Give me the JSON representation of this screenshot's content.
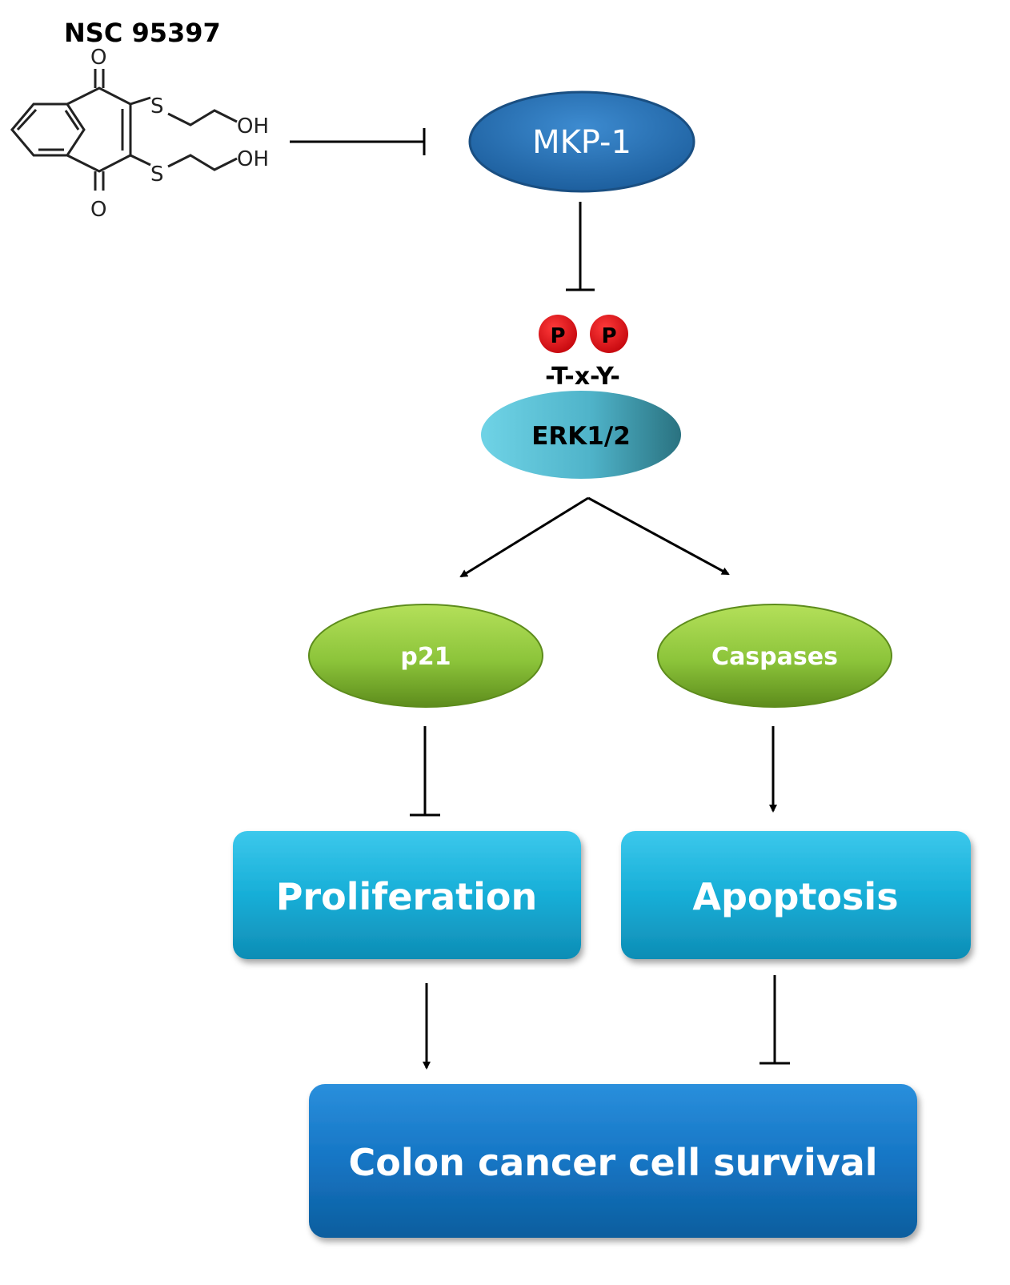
{
  "compound": {
    "name": "NSC 95397",
    "atom_O_top": "O",
    "atom_O_bottom": "O",
    "atom_S_top": "S",
    "atom_S_bottom": "S",
    "atom_OH_top": "OH",
    "atom_OH_bottom": "OH"
  },
  "nodes": {
    "mkp1": "MKP-1",
    "phospho_1": "P",
    "phospho_2": "P",
    "motif": "-T-x-Y-",
    "erk": "ERK1/2",
    "p21": "p21",
    "caspases": "Caspases",
    "proliferation": "Proliferation",
    "apoptosis": "Apoptosis",
    "survival": "Colon cancer cell survival"
  },
  "edges": [
    {
      "from": "NSC 95397",
      "to": "MKP-1",
      "type": "inhibit"
    },
    {
      "from": "MKP-1",
      "to": "ERK1/2",
      "type": "inhibit"
    },
    {
      "from": "ERK1/2",
      "to": "p21",
      "type": "activate"
    },
    {
      "from": "ERK1/2",
      "to": "Caspases",
      "type": "activate"
    },
    {
      "from": "p21",
      "to": "Proliferation",
      "type": "inhibit"
    },
    {
      "from": "Caspases",
      "to": "Apoptosis",
      "type": "activate"
    },
    {
      "from": "Proliferation",
      "to": "Colon cancer cell survival",
      "type": "activate"
    },
    {
      "from": "Apoptosis",
      "to": "Colon cancer cell survival",
      "type": "inhibit"
    }
  ],
  "colors": {
    "mkp1_fill": "#2a6fb3",
    "erk_fill_light": "#5cc6dc",
    "erk_fill_dark": "#2e7d8c",
    "green_light": "#a8d84a",
    "green_dark": "#6e9e22",
    "cyan_box": "#1ab0d8",
    "blue_box": "#1575c4",
    "phospho_red": "#e8141c"
  }
}
